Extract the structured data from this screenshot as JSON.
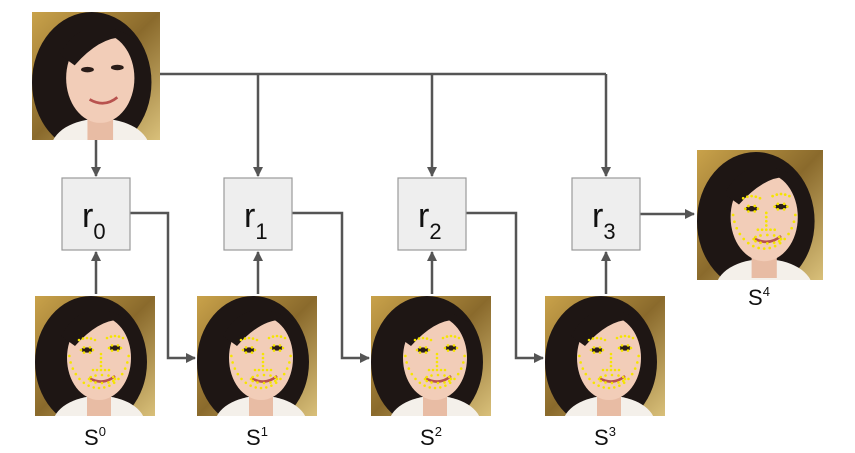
{
  "colors": {
    "box_fill": "#eeeeee",
    "box_stroke": "#9a9a9a",
    "arrow": "#555555",
    "landmark": "#f5e400",
    "skin": "#f2cdb8",
    "hair": "#1e1614",
    "background_warm": "#b08a3c"
  },
  "regressors": [
    {
      "base": "r",
      "sub": "0"
    },
    {
      "base": "r",
      "sub": "1"
    },
    {
      "base": "r",
      "sub": "2"
    },
    {
      "base": "r",
      "sub": "3"
    }
  ],
  "shapes": [
    {
      "base": "S",
      "sup": "0"
    },
    {
      "base": "S",
      "sup": "1"
    },
    {
      "base": "S",
      "sup": "2"
    },
    {
      "base": "S",
      "sup": "3"
    },
    {
      "base": "S",
      "sup": "4"
    }
  ],
  "images": {
    "input": "input-face-photo",
    "estimates": [
      "face-with-mean-shape",
      "face-with-landmarks-stage1",
      "face-with-landmarks-stage2",
      "face-with-landmarks-stage3",
      "face-with-final-landmarks"
    ]
  }
}
